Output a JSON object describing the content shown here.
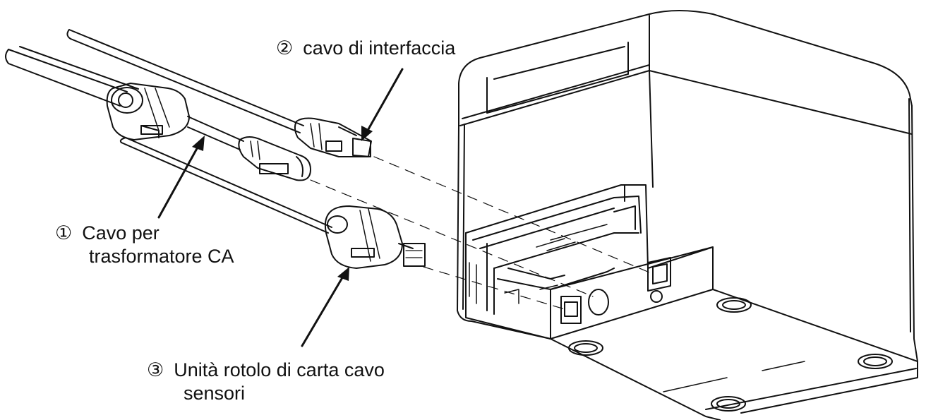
{
  "callouts": [
    {
      "number": "①",
      "line1": "Cavo per",
      "line2": "trasformatore CA"
    },
    {
      "number": "②",
      "line1": "cavo di interfaccia"
    },
    {
      "number": "③",
      "line1": "Unità rotolo di carta cavo",
      "line2": "sensori"
    }
  ]
}
